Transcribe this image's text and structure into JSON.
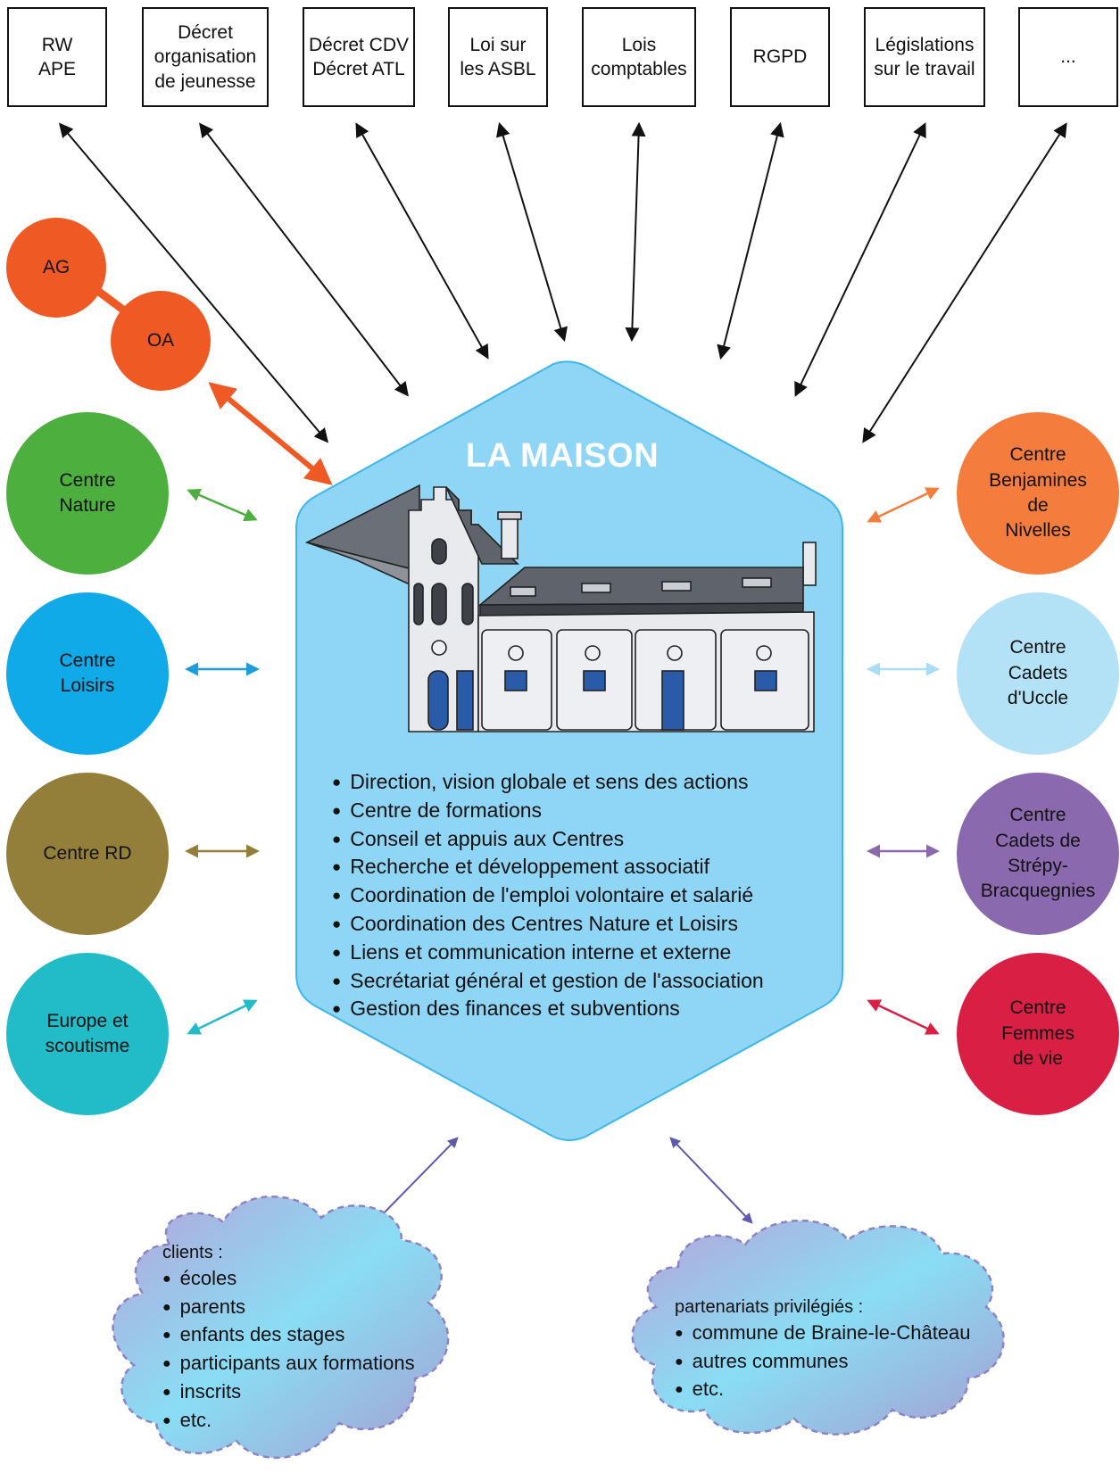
{
  "legislation": [
    {
      "id": "rw-ape",
      "label": "RW\nAPE"
    },
    {
      "id": "decret-oj",
      "label": "Décret\norganisation\nde jeunesse"
    },
    {
      "id": "decret-cdv",
      "label": "Décret CDV\nDécret ATL"
    },
    {
      "id": "loi-asbl",
      "label": "Loi sur\nles ASBL"
    },
    {
      "id": "lois-comptables",
      "label": "Lois\ncomptables"
    },
    {
      "id": "rgpd",
      "label": "RGPD"
    },
    {
      "id": "legislations-travail",
      "label": "Législations\nsur le travail"
    },
    {
      "id": "etc",
      "label": "..."
    }
  ],
  "governance": {
    "ag": "AG",
    "oa": "OA"
  },
  "left_centres": [
    {
      "id": "nature",
      "label": "Centre\nNature",
      "color": "#4CAF3E"
    },
    {
      "id": "loisirs",
      "label": "Centre\nLoisirs",
      "color": "#10AAE8"
    },
    {
      "id": "rd",
      "label": "Centre RD",
      "color": "#947F3A"
    },
    {
      "id": "europe",
      "label": "Europe et\nscoutisme",
      "color": "#21BCC8"
    }
  ],
  "right_centres": [
    {
      "id": "benjamines",
      "label": "Centre\nBenjamines\nde\nNivelles",
      "color": "#F47C3C"
    },
    {
      "id": "cadets-uccle",
      "label": "Centre\nCadets\nd'Uccle",
      "color": "#B3E2F6"
    },
    {
      "id": "cadets-strepy",
      "label": "Centre\nCadets de\nStrépy-\nBracquegnies",
      "color": "#8A69AE"
    },
    {
      "id": "femmes",
      "label": "Centre\nFemmes\nde vie",
      "color": "#DA1F45"
    }
  ],
  "maison": {
    "title": "LA MAISON",
    "color": "#8FD6F6",
    "missions": [
      "Direction, vision globale et sens des actions",
      "Centre de formations",
      "Conseil et appuis aux Centres",
      "Recherche et développement associatif",
      "Coordination de l'emploi volontaire et salarié",
      "Coordination des Centres Nature et Loisirs",
      "Liens et communication interne et externe",
      "Secrétariat général et gestion de l'association",
      "Gestion des finances et subventions"
    ]
  },
  "clients": {
    "heading": "clients :",
    "items": [
      "écoles",
      "parents",
      "enfants des stages",
      "participants aux formations",
      "inscrits",
      "etc."
    ]
  },
  "partenariats": {
    "heading": "partenariats privilégiés :",
    "items": [
      "commune de Braine-le-Château",
      "autres communes",
      "etc."
    ]
  }
}
